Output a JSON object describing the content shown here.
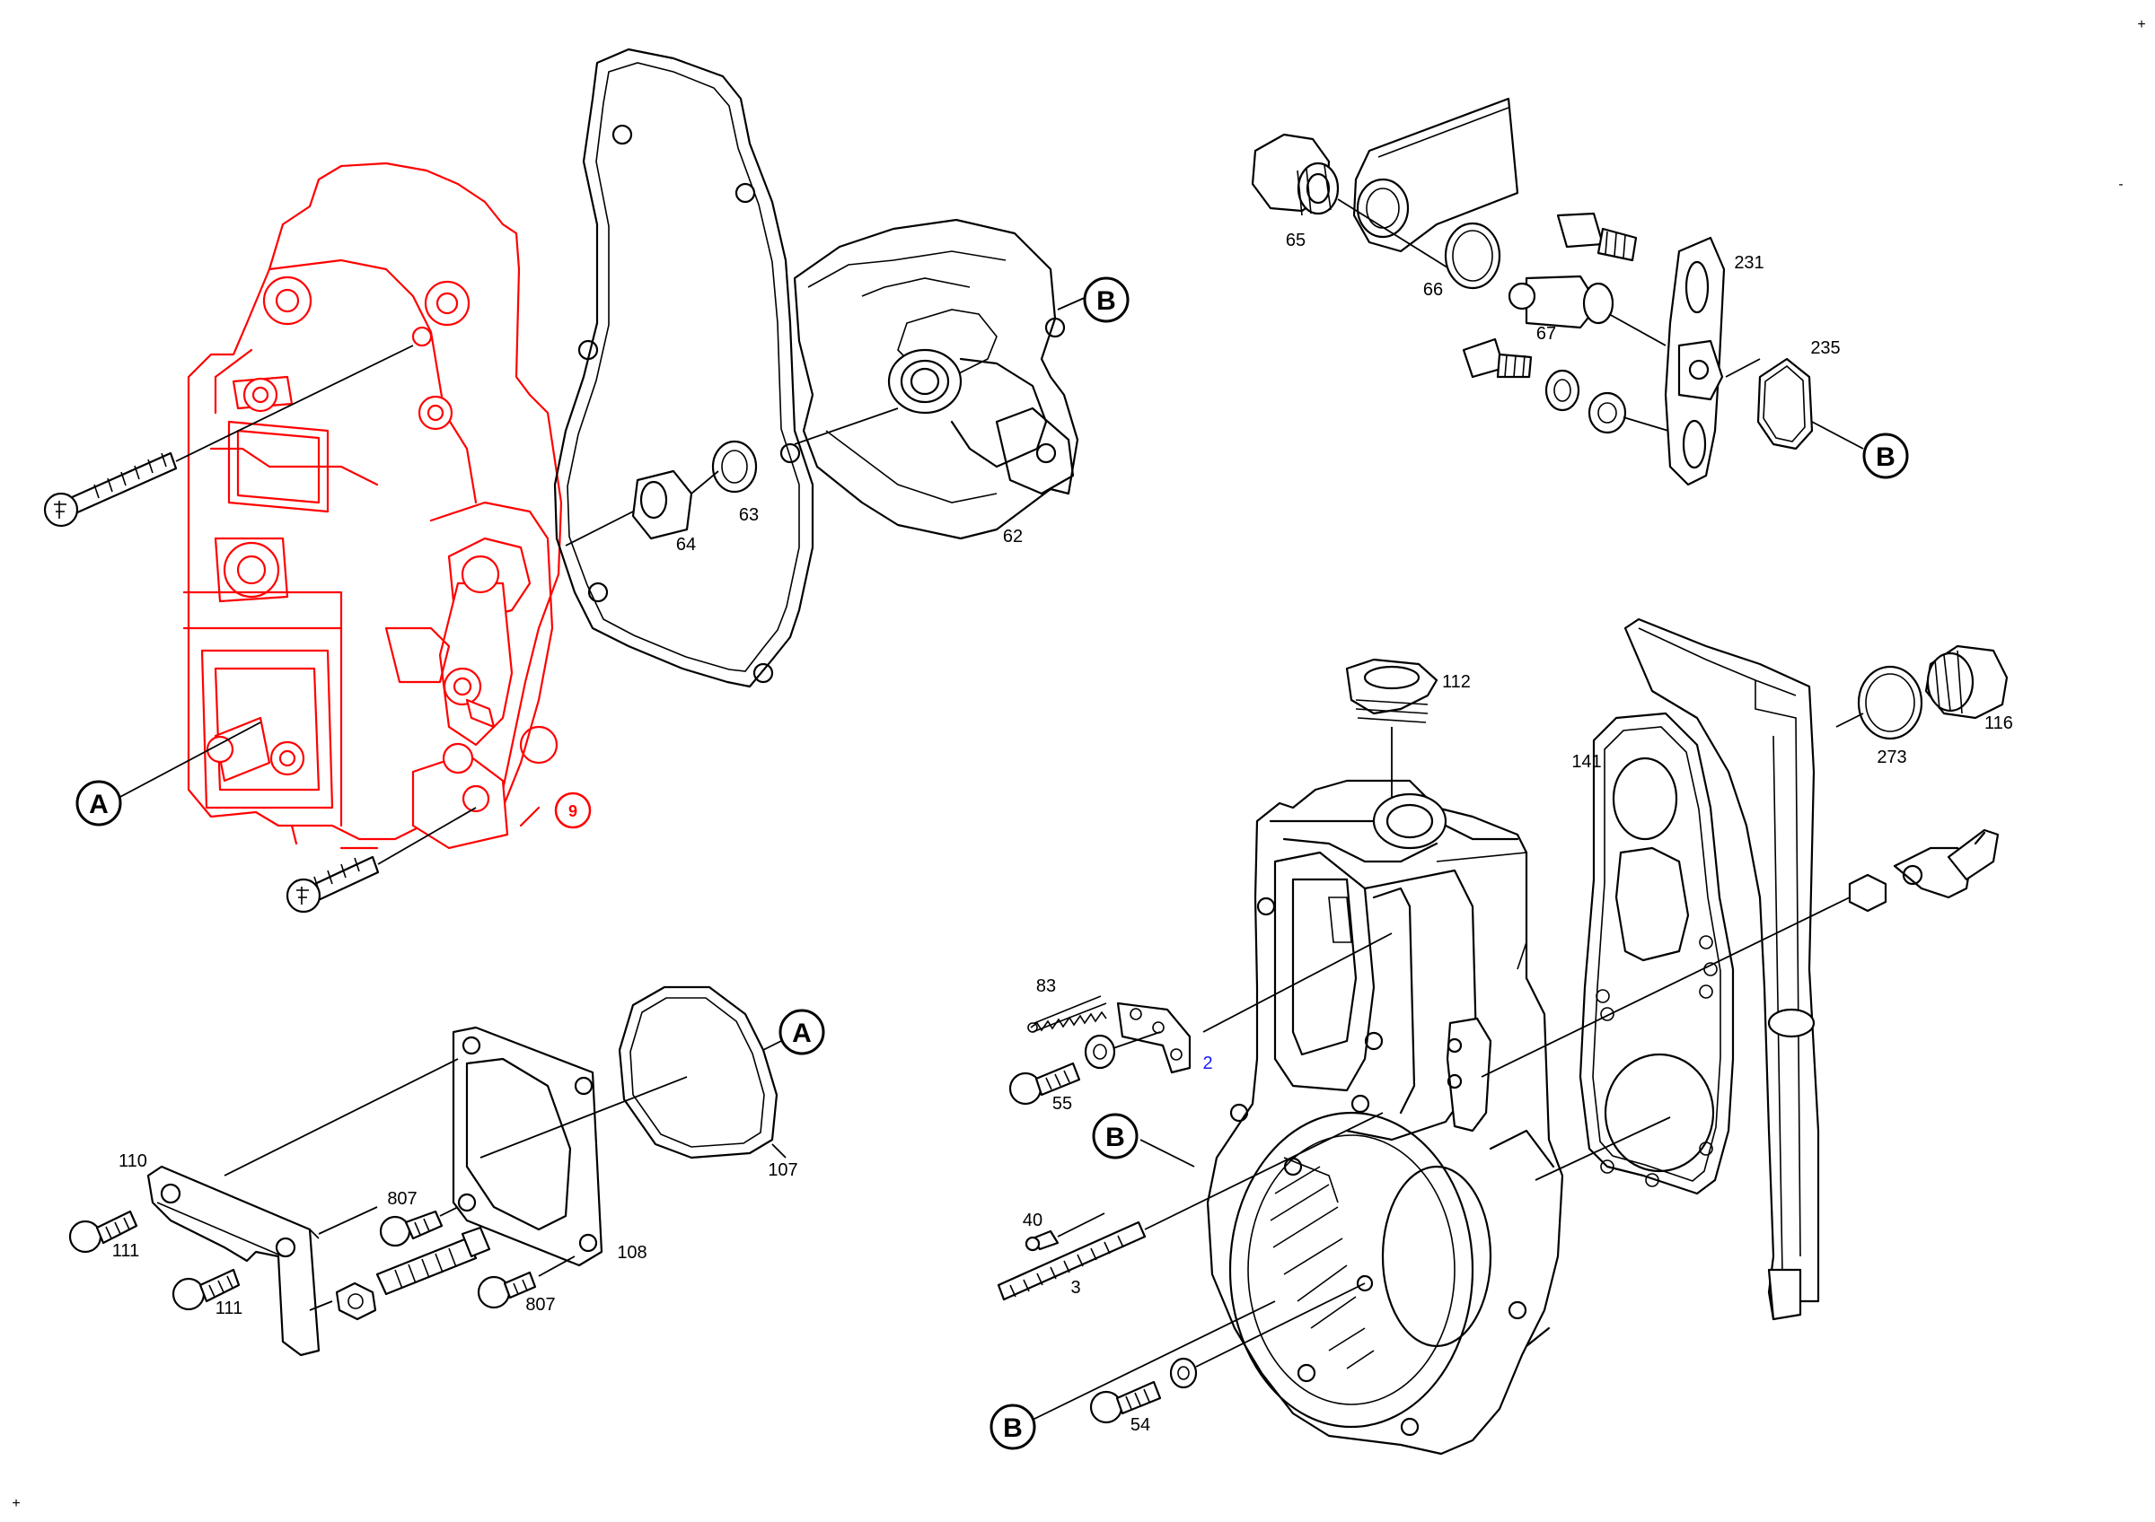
{
  "colors": {
    "line": "#000000",
    "highlight": "#ff0000",
    "blue_label": "#1a1aff",
    "background": "#ffffff"
  },
  "callouts": {
    "a_top": "A",
    "a_bottom": "A",
    "b_top_mid": "B",
    "b_top_right": "B",
    "b_mid_right": "B",
    "b_bottom": "B"
  },
  "labels": {
    "p9": "9",
    "p62": "62",
    "p63": "63",
    "p64": "64",
    "p65": "65",
    "p66": "66",
    "p67": "67",
    "p231": "231",
    "p235": "235",
    "p112": "112",
    "p116": "116",
    "p273": "273",
    "p141": "141",
    "p83": "83",
    "p2": "2",
    "p55": "55",
    "p40": "40",
    "p3": "3",
    "p54": "54",
    "p110": "110",
    "p111a": "111",
    "p111b": "111",
    "p807a": "807",
    "p807b": "807",
    "p108": "108",
    "p107": "107"
  },
  "corner_marks": {
    "top_right": "+",
    "bottom_left": "+",
    "right_edge": "-"
  }
}
